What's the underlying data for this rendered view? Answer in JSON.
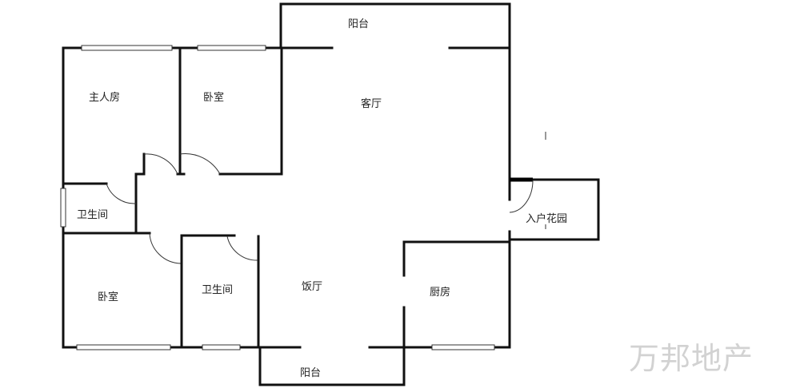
{
  "rooms": {
    "balcony_top": "阳台",
    "master_bedroom": "主人房",
    "bedroom_top": "卧室",
    "living_room": "客厅",
    "bathroom_left": "卫生间",
    "entry_garden": "入户花园",
    "bedroom_bottom": "卧室",
    "bathroom_bottom": "卫生间",
    "dining_room": "饭厅",
    "kitchen": "厨房",
    "balcony_bottom": "阳台"
  },
  "watermark": "万邦地产"
}
